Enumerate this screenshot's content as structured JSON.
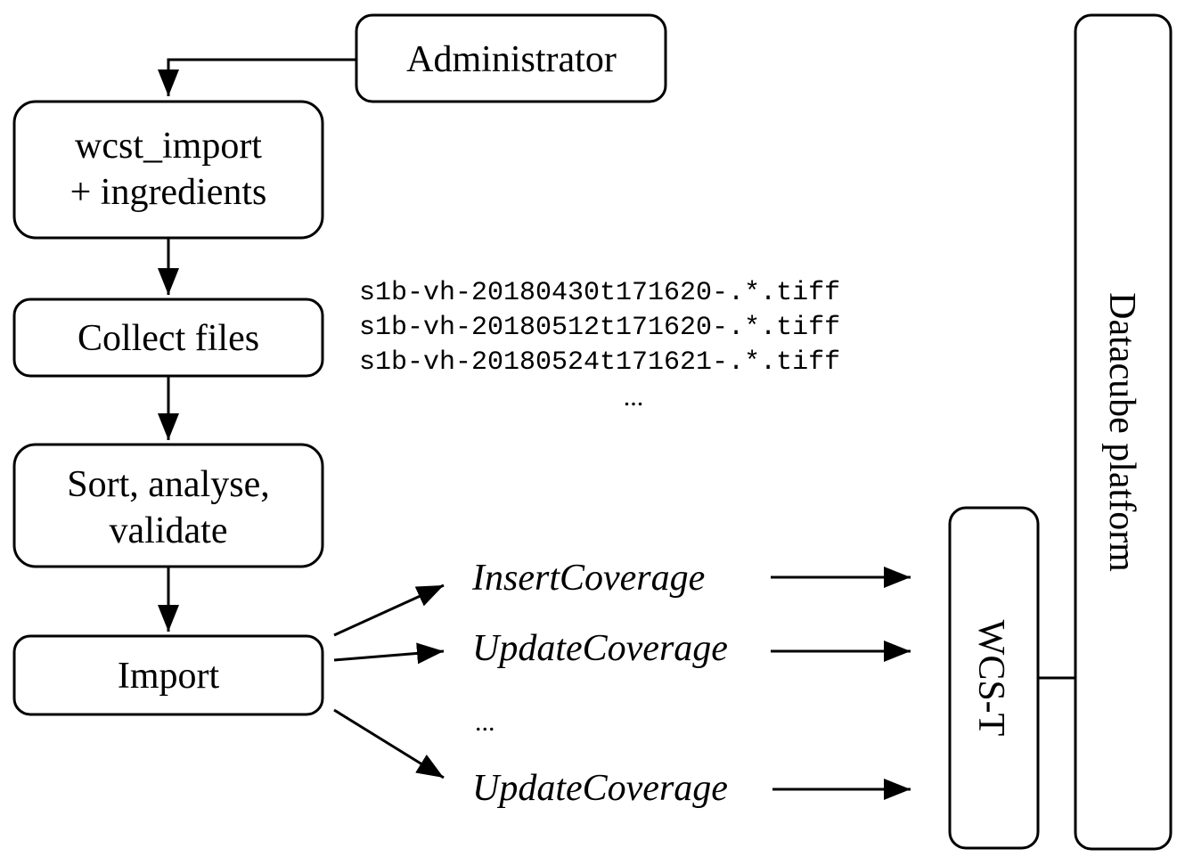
{
  "nodes": {
    "administrator": "Administrator",
    "wcst_import": [
      "wcst_import",
      "+ ingredients"
    ],
    "collect_files": "Collect files",
    "sort_validate": [
      "Sort, analyse,",
      "validate"
    ],
    "import": "Import",
    "wcs_t": "WCS-T",
    "datacube_platform": "Datacube platform"
  },
  "file_patterns": [
    "s1b-vh-20180430t171620-.*.tiff",
    "s1b-vh-20180512t171620-.*.tiff",
    "s1b-vh-20180524t171621-.*.tiff"
  ],
  "file_ellipsis": "...",
  "requests": [
    "InsertCoverage",
    "UpdateCoverage",
    "UpdateCoverage"
  ],
  "request_ellipsis": "..."
}
